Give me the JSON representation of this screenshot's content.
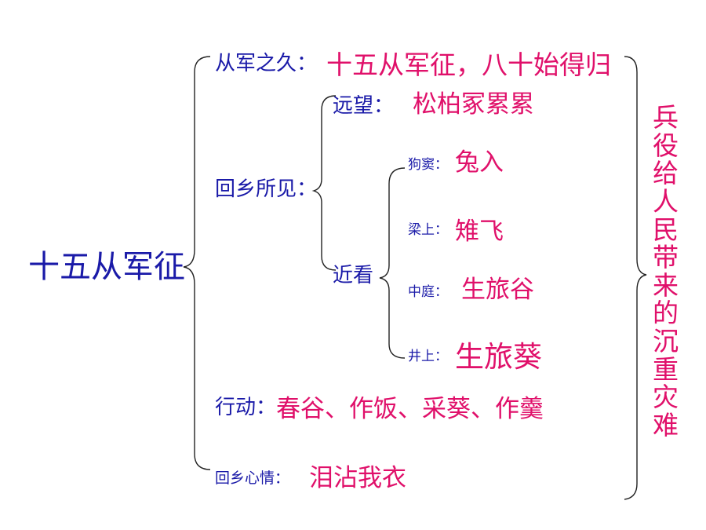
{
  "root": "十五从军征",
  "branches": {
    "time": {
      "label": "从军之久：",
      "value": "十五从军征，八十始得归"
    },
    "seen": {
      "label": "回乡所见：",
      "far": {
        "label": "远望：",
        "value": "松柏冢累累"
      },
      "near": {
        "label": "近看",
        "items": [
          {
            "label": "狗窦：",
            "value": "兔入"
          },
          {
            "label": "梁上：",
            "value": "雉飞"
          },
          {
            "label": "中庭：",
            "value": "生旅谷"
          },
          {
            "label": "井上：",
            "value": "生旅葵"
          }
        ]
      }
    },
    "action": {
      "label": "行动：",
      "value": "春谷、作饭、采葵、作羹"
    },
    "feeling": {
      "label": "回乡心情：",
      "value": "泪沾我衣"
    }
  },
  "conclusion": "兵役给人民带来的沉重灾难",
  "colors": {
    "label": "#1a1aa8",
    "value": "#e0106a",
    "bracket": "#222222"
  }
}
